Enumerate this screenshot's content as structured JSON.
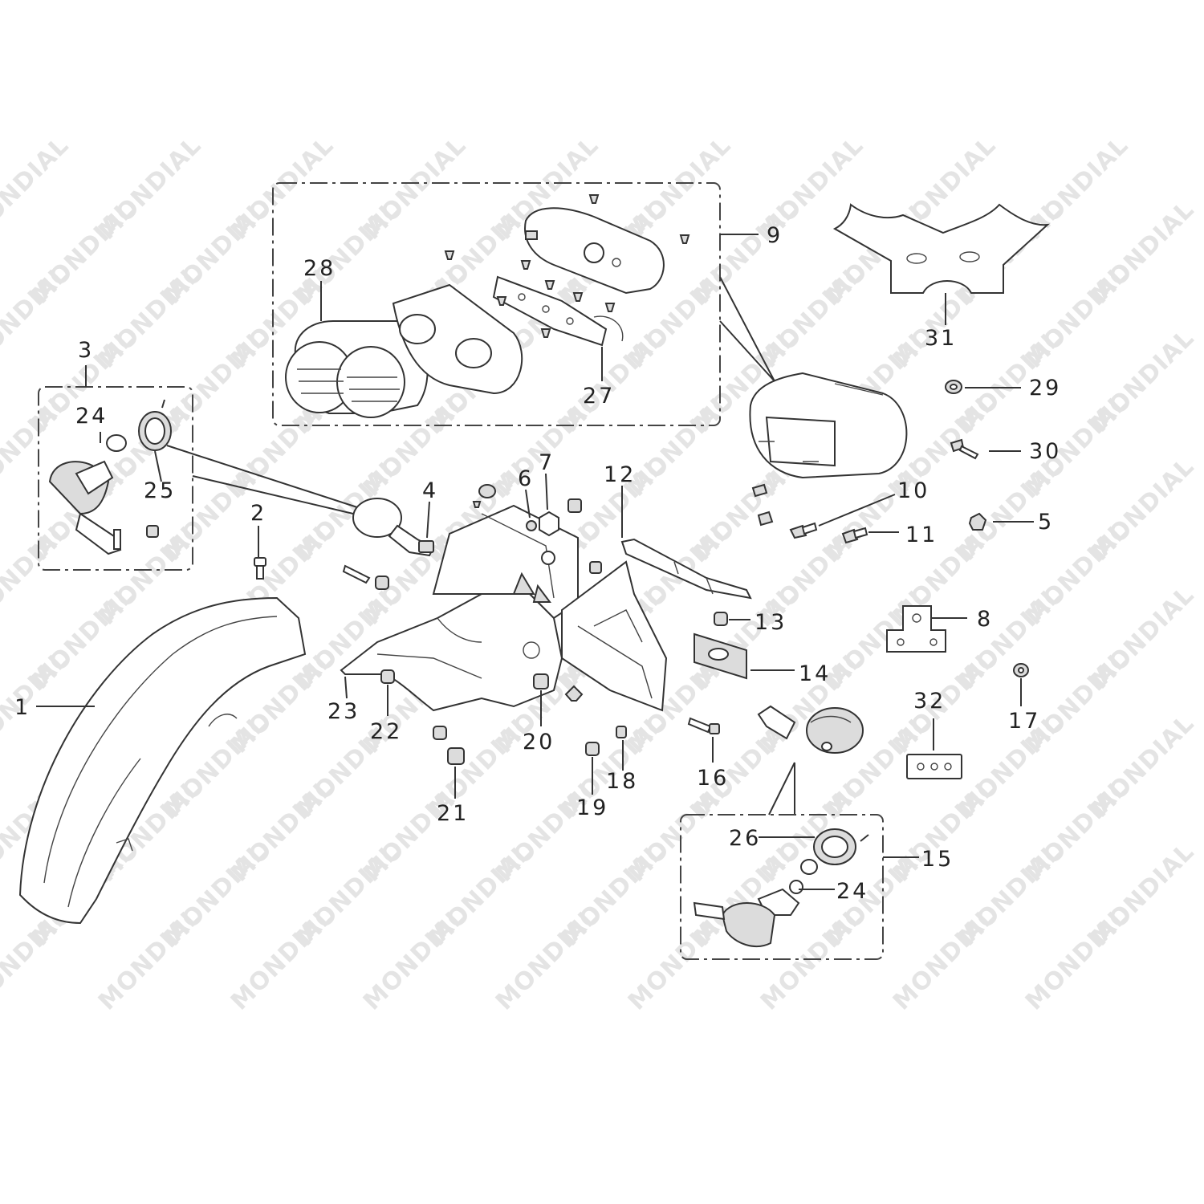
{
  "watermark": {
    "text": "MONDIAL",
    "color": "#e4e4e4"
  },
  "callouts": [
    {
      "id": "1",
      "part": "rear-fender"
    },
    {
      "id": "2",
      "part": "fender-bolt"
    },
    {
      "id": "3",
      "part": "rear-left-turn-signal-group"
    },
    {
      "id": "4",
      "part": "rear-left-turn-signal"
    },
    {
      "id": "5",
      "part": "nut"
    },
    {
      "id": "6",
      "part": "nut"
    },
    {
      "id": "7",
      "part": "nut"
    },
    {
      "id": "8",
      "part": "bracket"
    },
    {
      "id": "9",
      "part": "tail-light-group"
    },
    {
      "id": "10",
      "part": "bolt"
    },
    {
      "id": "11",
      "part": "bolt"
    },
    {
      "id": "12",
      "part": "wiring-bracket"
    },
    {
      "id": "13",
      "part": "nut"
    },
    {
      "id": "14",
      "part": "reflector"
    },
    {
      "id": "15",
      "part": "rear-right-turn-signal-group"
    },
    {
      "id": "16",
      "part": "screw"
    },
    {
      "id": "17",
      "part": "washer"
    },
    {
      "id": "18",
      "part": "nut"
    },
    {
      "id": "19",
      "part": "nut"
    },
    {
      "id": "20",
      "part": "nut"
    },
    {
      "id": "21",
      "part": "nut"
    },
    {
      "id": "22",
      "part": "nut"
    },
    {
      "id": "23",
      "part": "license-plate-holder"
    },
    {
      "id": "24",
      "part": "bulb"
    },
    {
      "id": "24",
      "part": "bulb"
    },
    {
      "id": "25",
      "part": "lens-ring"
    },
    {
      "id": "26",
      "part": "lens-ring"
    },
    {
      "id": "27",
      "part": "circuit-board"
    },
    {
      "id": "28",
      "part": "tail-light-lens"
    },
    {
      "id": "29",
      "part": "washer"
    },
    {
      "id": "30",
      "part": "screw"
    },
    {
      "id": "31",
      "part": "plate"
    },
    {
      "id": "32",
      "part": "small-plate"
    }
  ]
}
